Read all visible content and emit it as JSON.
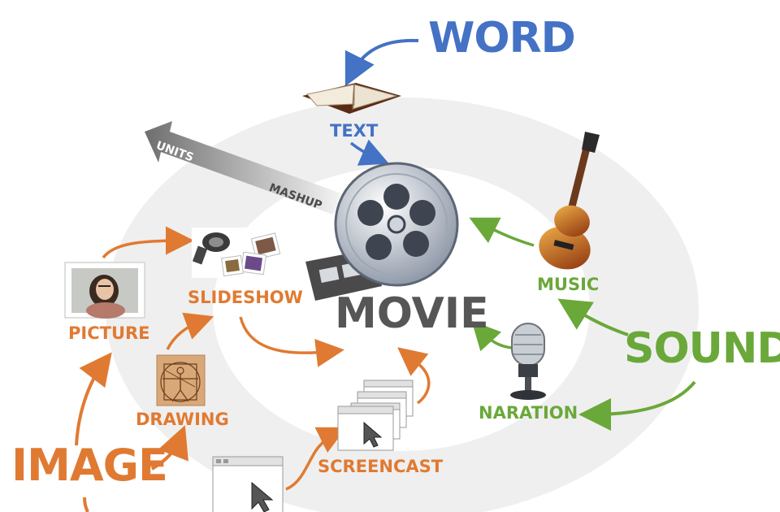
{
  "diagram": {
    "center": "MOVIE",
    "sources": {
      "word": "WORD",
      "sound": "SOUND",
      "image": "IMAGE"
    },
    "nodes": {
      "text": "TEXT",
      "music": "MUSIC",
      "naration": "NARATION",
      "slideshow": "SLIDESHOW",
      "picture": "PICTURE",
      "drawing": "DRAWING",
      "screencast": "SCREENCAST"
    },
    "arrow_labels": {
      "units": "UNITS",
      "mashup": "MASHUP"
    }
  },
  "colors": {
    "word": "#4472c4",
    "sound": "#6aa83a",
    "image": "#e07a32",
    "movie": "#565656",
    "ring": "#efefef"
  },
  "icons": [
    "book-icon",
    "film-reel-icon",
    "guitar-icon",
    "microphone-icon",
    "slideshow-photos-icon",
    "portrait-photo-icon",
    "vitruvian-drawing-icon",
    "screencast-window-icon"
  ]
}
